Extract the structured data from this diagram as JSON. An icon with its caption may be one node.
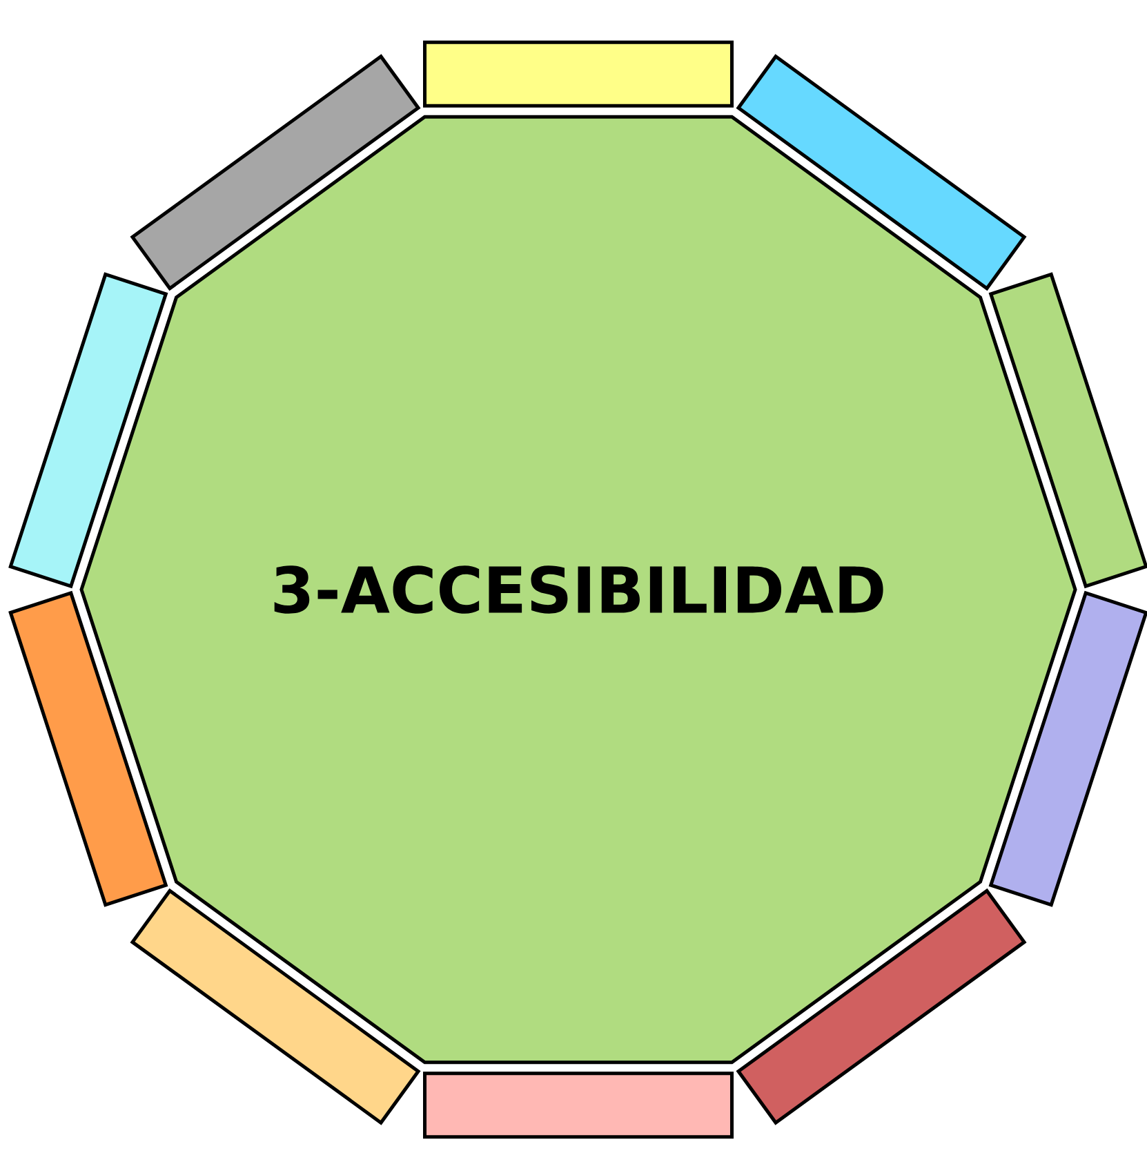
{
  "diagram": {
    "nodes": [
      {
        "text": [
          "3-ACCESIBILIDAD"
        ]
      },
      {
        "text": [],
        "shape": "bar"
      },
      {
        "text": [],
        "shape": "bar"
      },
      {
        "text": [],
        "shape": "bar"
      },
      {
        "text": [],
        "shape": "bar"
      },
      {
        "text": [],
        "shape": "bar"
      },
      {
        "text": [],
        "shape": "bar"
      },
      {
        "text": [],
        "shape": "bar"
      },
      {
        "text": [],
        "shape": "bar"
      },
      {
        "text": [],
        "shape": "bar"
      },
      {
        "text": [],
        "shape": "bar"
      }
    ]
  }
}
